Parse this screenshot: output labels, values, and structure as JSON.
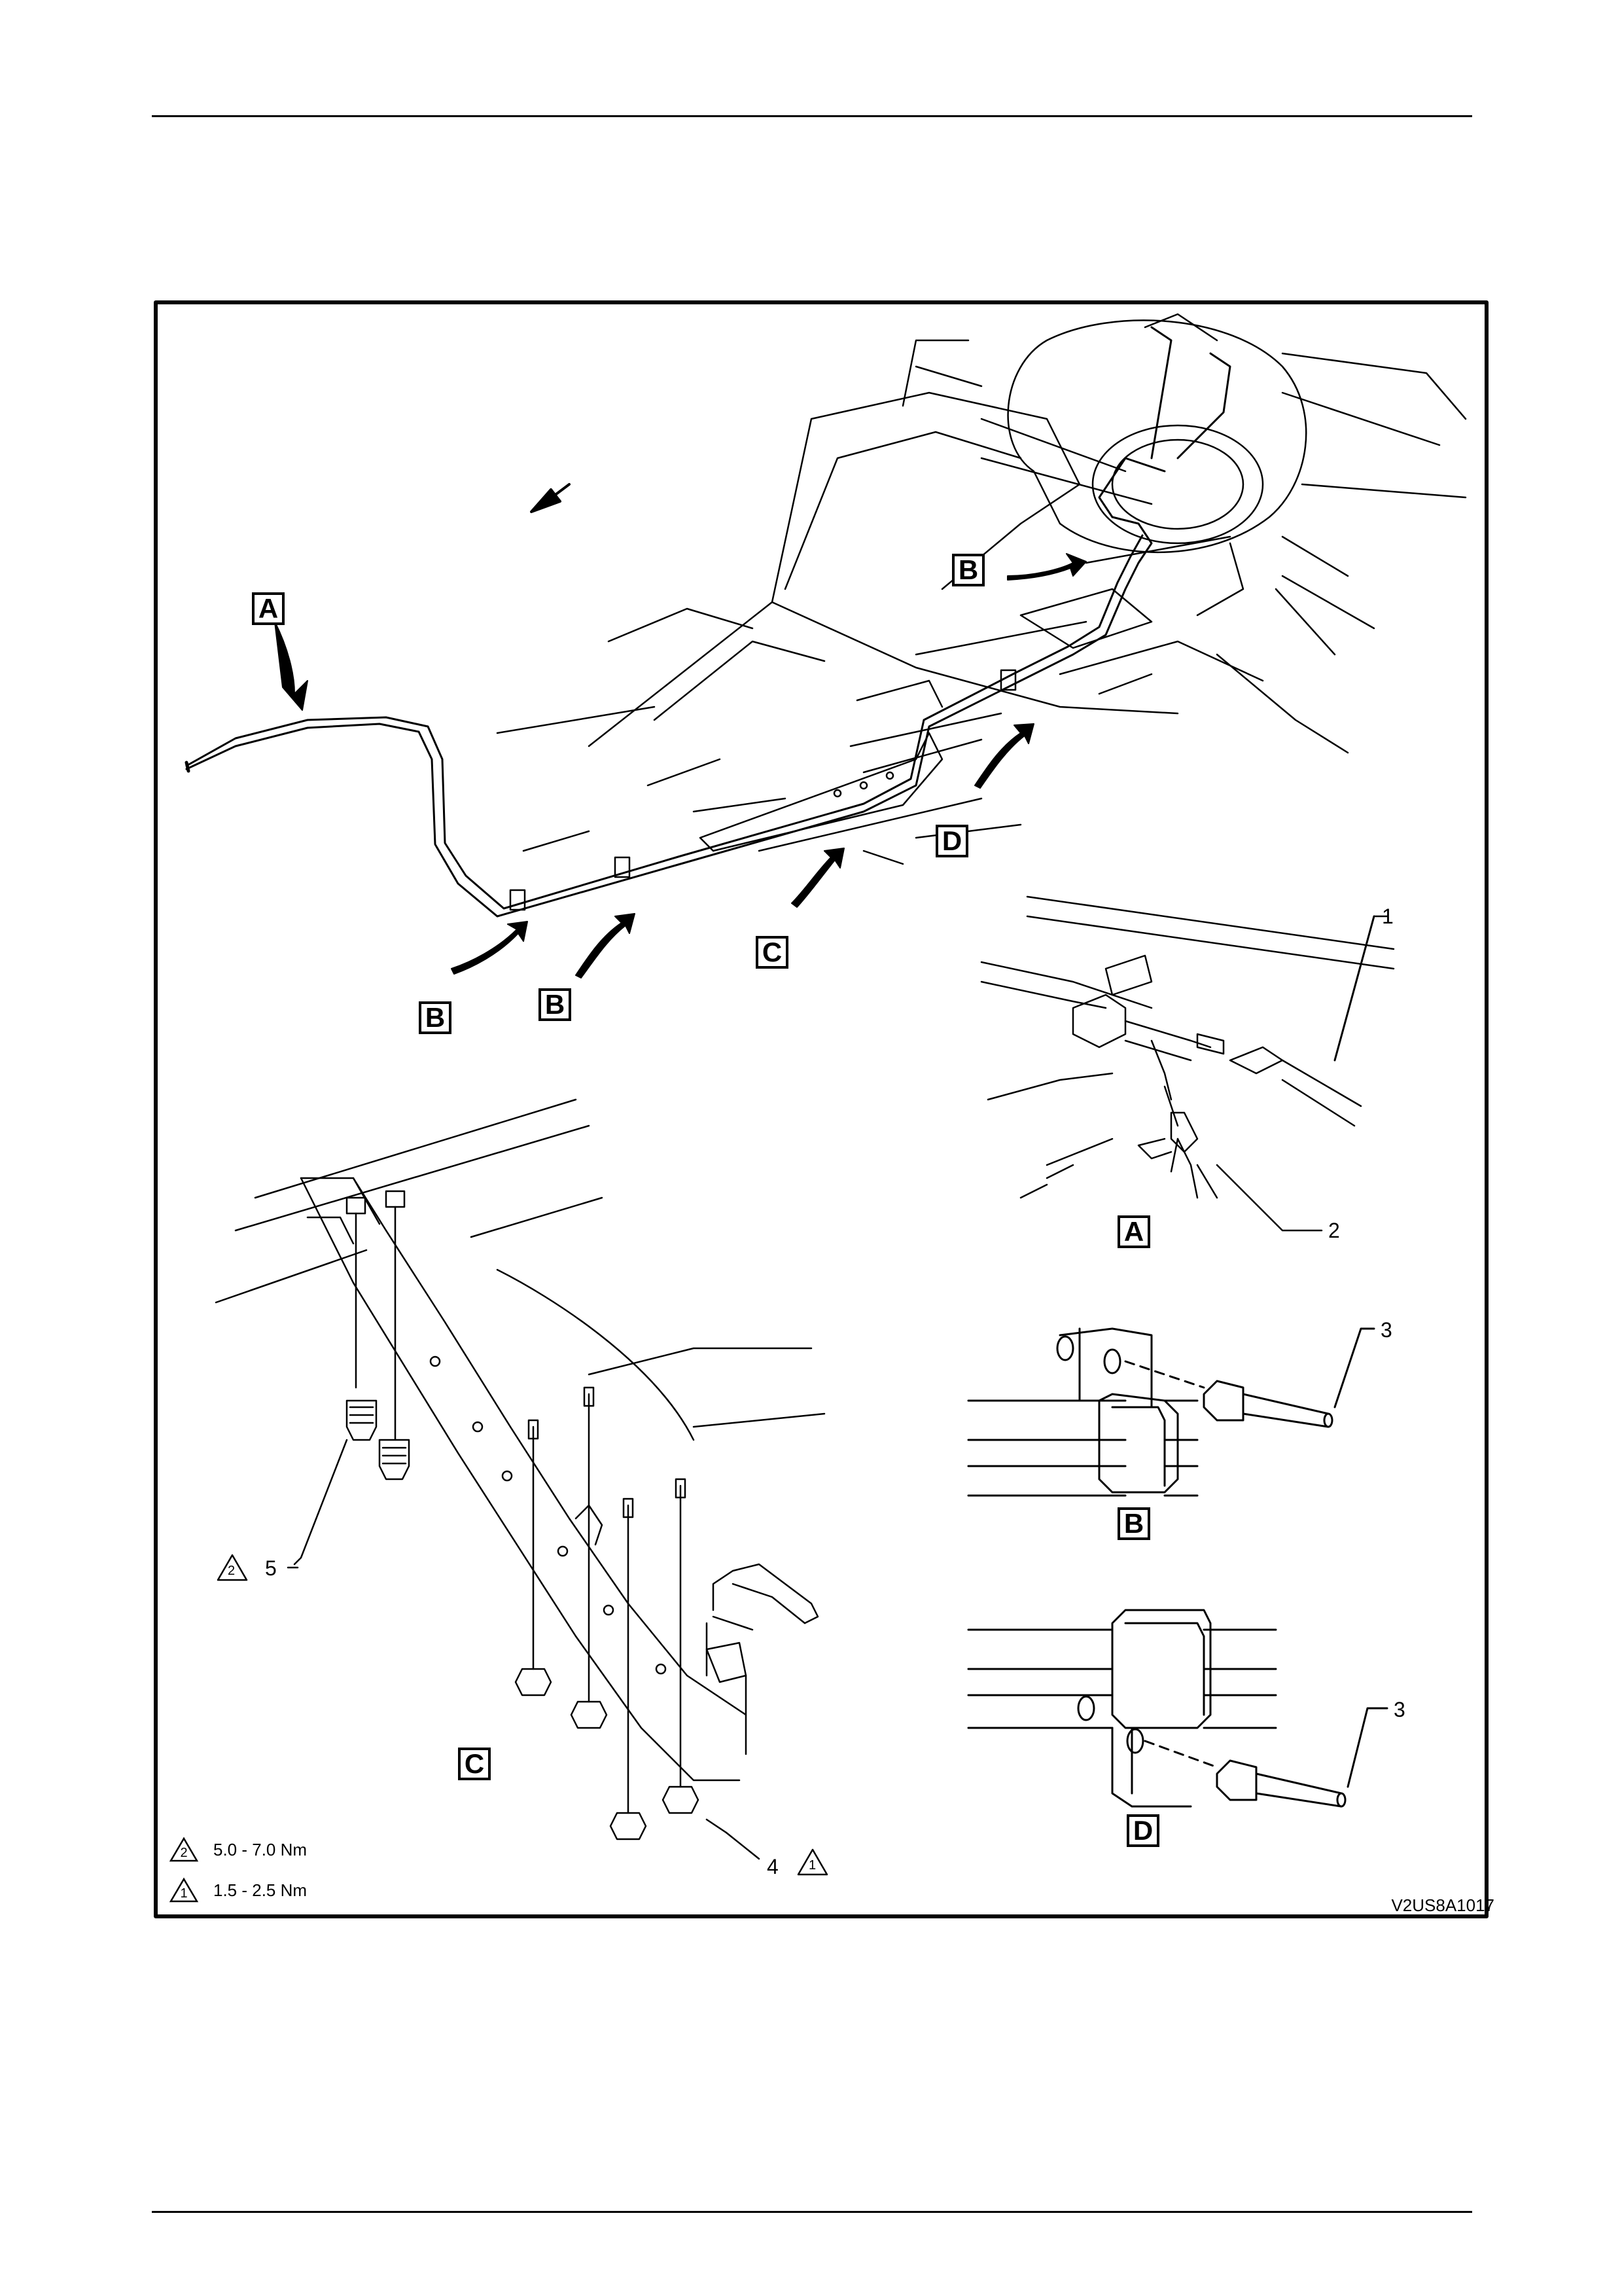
{
  "callouts": {
    "main_A": "A",
    "main_B_top": "B",
    "main_B_left": "B",
    "main_B_mid": "B",
    "main_C": "C",
    "main_D": "D",
    "detail_A": "A",
    "detail_B": "B",
    "detail_C": "C",
    "detail_D": "D"
  },
  "part_numbers": {
    "p1": "1",
    "p2": "2",
    "p3_b": "3",
    "p3_d": "3",
    "p4": "4",
    "p5": "5"
  },
  "torque_refs": {
    "t_on_5": "2",
    "t_on_4": "1"
  },
  "legend": [
    {
      "mark": "2",
      "value": "5.0 - 7.0 Nm"
    },
    {
      "mark": "1",
      "value": "1.5 - 2.5 Nm"
    }
  ],
  "figure_code": "V2US8A1017"
}
